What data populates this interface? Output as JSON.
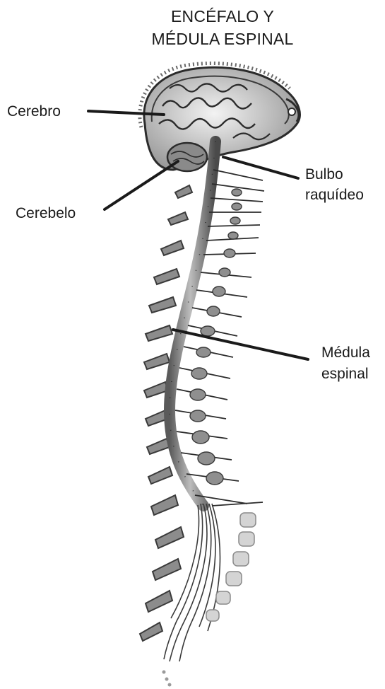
{
  "title": {
    "line1": "ENCÉFALO Y",
    "line2": "MÉDULA ESPINAL"
  },
  "labels": {
    "cerebro": "Cerebro",
    "cerebelo": "Cerebelo",
    "bulbo_line1": "Bulbo",
    "bulbo_line2": "raquídeo",
    "medula_line1": "Médula",
    "medula_line2": "espinal"
  },
  "colors": {
    "ink": "#1a1a1a",
    "stroke": "#2b2b2b",
    "shade": "#7d7d7d",
    "light": "#d9d9d9"
  }
}
